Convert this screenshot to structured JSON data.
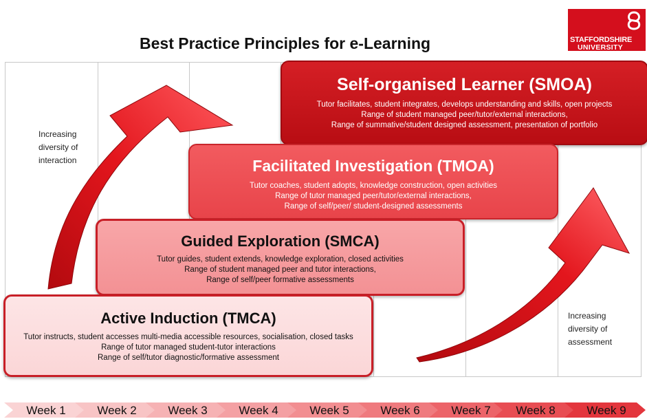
{
  "title": "Best Practice Principles for e-Learning",
  "logo": {
    "line1": "STAFFORDSHIRE",
    "line2": "UNIVERSITY",
    "color": "#d40f1d"
  },
  "side_notes": {
    "left": "Increasing\ndiversity of\ninteraction",
    "right": "Increasing\ndiversity of\nassessment"
  },
  "levels": [
    {
      "title": "Self-organised Learner (SMOA)",
      "lines": [
        "Tutor facilitates, student integrates, develops understanding and skills, open projects",
        "Range of student managed peer/tutor/external interactions,",
        "Range of summative/student designed assessment, presentation of portfolio"
      ],
      "color": "#c8141a"
    },
    {
      "title": "Facilitated Investigation (TMOA)",
      "lines": [
        "Tutor coaches, student adopts, knowledge construction, open activities",
        "Range of tutor managed peer/tutor/external interactions,",
        "Range of self/peer/ student-designed assessments"
      ],
      "color": "#ef5257"
    },
    {
      "title": "Guided Exploration (SMCA)",
      "lines": [
        "Tutor guides, student extends, knowledge exploration, closed activities",
        "Range of student managed peer and tutor interactions,",
        "Range of self/peer formative assessments"
      ],
      "color": "#f49a9d"
    },
    {
      "title": "Active Induction (TMCA)",
      "lines": [
        "Tutor instructs, student accesses multi-media accessible resources, socialisation, closed tasks",
        "Range of tutor managed student-tutor interactions",
        "Range of self/tutor diagnostic/formative assessment"
      ],
      "color": "#fcdcdd"
    }
  ],
  "weeks": [
    "Week 1",
    "Week 2",
    "Week 3",
    "Week 4",
    "Week 5",
    "Week 6",
    "Week 7",
    "Week 8",
    "Week 9"
  ],
  "week_colors": [
    "#fad3d4",
    "#f8c4c5",
    "#f6b2b4",
    "#f4a0a3",
    "#f28e91",
    "#ef7a7e",
    "#ec6469",
    "#e84d53",
    "#e3363d"
  ]
}
